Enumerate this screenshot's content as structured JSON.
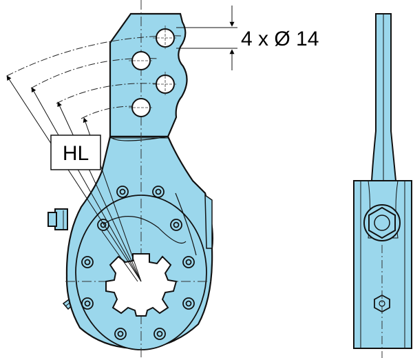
{
  "diagram": {
    "hole_spec_label": "4 x Ø 14",
    "lever_length_label": "HL",
    "colors": {
      "part_fill": "#9bd7ec",
      "outline": "#111111",
      "background": "#ffffff"
    },
    "views": [
      "front-view",
      "side-view"
    ]
  }
}
